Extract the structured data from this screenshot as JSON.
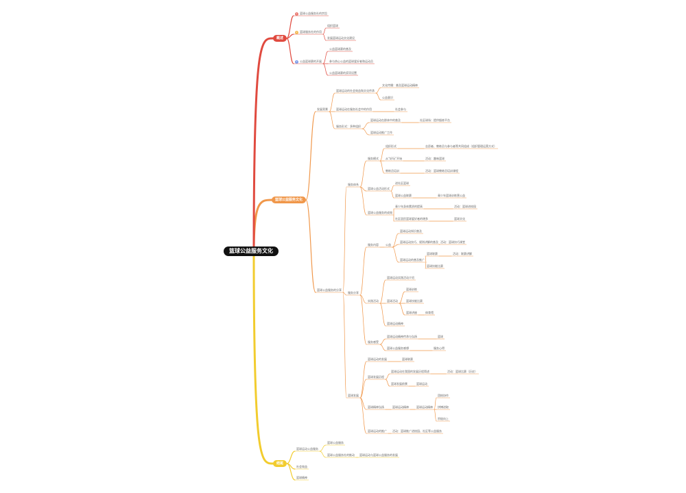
{
  "colors": {
    "red": "#e04a3f",
    "orange": "#f0974a",
    "yellow": "#f2cc2e",
    "root_bg": "#111111",
    "badge_1": "#e9776f",
    "badge_2": "#f3b84f",
    "badge_3": "#7c9be8"
  },
  "nodes": [
    {
      "id": "root",
      "text": "篮球公益服务文化",
      "c": "root"
    },
    {
      "id": "a",
      "text": "概述",
      "c": "red"
    },
    {
      "id": "a1",
      "text": "篮球公益服务社的宗旨",
      "c": "red",
      "badge": "1"
    },
    {
      "id": "a2",
      "text": "篮球服务社的作用",
      "c": "red",
      "badge": "2"
    },
    {
      "id": "a2a",
      "text": "组织篮球",
      "c": "red"
    },
    {
      "id": "a2b",
      "text": "发展篮球运动文化建设",
      "c": "red"
    },
    {
      "id": "a3",
      "text": "公益篮球赛的开展",
      "c": "red",
      "badge": "3"
    },
    {
      "id": "a3a",
      "text": "公益篮球赛的普及",
      "c": "red"
    },
    {
      "id": "a3b",
      "text": "参与热心公益的篮球爱好者和运动员",
      "c": "red"
    },
    {
      "id": "a3c",
      "text": "公益篮球赛的奖项设置",
      "c": "red"
    },
    {
      "id": "b",
      "text": "篮球公益服务文化",
      "c": "orange"
    },
    {
      "id": "b1",
      "text": "发展背景",
      "c": "orange"
    },
    {
      "id": "b1a",
      "text": "篮球运动的社会效益和文化传承",
      "c": "orange"
    },
    {
      "id": "b1a1",
      "text": "文化传播：普及篮球运动精神",
      "c": "orange"
    },
    {
      "id": "b1a2",
      "text": "公益意识",
      "c": "orange"
    },
    {
      "id": "b1b",
      "text": "篮球运动在服务社会中的作用",
      "c": "orange"
    },
    {
      "id": "b1b1",
      "text": "社会参与",
      "c": "orange"
    },
    {
      "id": "b1c",
      "text": "服务形式：多种组织",
      "c": "orange"
    },
    {
      "id": "b1c1",
      "text": "篮球运动在群体中的普及",
      "c": "orange"
    },
    {
      "id": "b1c1a",
      "text": "社区球场：提供锻炼平台",
      "c": "orange"
    },
    {
      "id": "b1c2",
      "text": "篮球运动推广工作",
      "c": "orange"
    },
    {
      "id": "b2",
      "text": "篮球公益服务的分享",
      "c": "orange"
    },
    {
      "id": "b2a",
      "text": "服务体系",
      "c": "orange"
    },
    {
      "id": "b2a1",
      "text": "服务模式",
      "c": "orange"
    },
    {
      "id": "b2a1a",
      "text": "组织形式",
      "c": "orange"
    },
    {
      "id": "b2a1a1",
      "text": "志愿者、教练员与参与者等共同组成（组织管理运营方式）",
      "c": "orange"
    },
    {
      "id": "b2a1b",
      "text": "从“好玩”开始",
      "c": "orange"
    },
    {
      "id": "b2a1b1",
      "text": "活动：趣味篮球",
      "c": "orange"
    },
    {
      "id": "b2a1c",
      "text": "教练员培训",
      "c": "orange"
    },
    {
      "id": "b2a1c1",
      "text": "活动：篮球教练员培训课程",
      "c": "orange"
    },
    {
      "id": "b2a2",
      "text": "篮球公益活动形式",
      "c": "orange"
    },
    {
      "id": "b2a2a",
      "text": "进社区篮球",
      "c": "orange"
    },
    {
      "id": "b2a2b",
      "text": "篮球公益联赛",
      "c": "orange"
    },
    {
      "id": "b2a2b1",
      "text": "青少年篮球训练营公益",
      "c": "orange"
    },
    {
      "id": "b2a3",
      "text": "篮球公益服务的成效",
      "c": "orange"
    },
    {
      "id": "b2a3a",
      "text": "青少年身体素质的提高",
      "c": "orange"
    },
    {
      "id": "b2a3a1",
      "text": "活动：篮球进校园",
      "c": "orange"
    },
    {
      "id": "b2a3b",
      "text": "社区居民篮球爱好者的增多",
      "c": "orange"
    },
    {
      "id": "b2a3b1",
      "text": "篮球文化",
      "c": "orange"
    },
    {
      "id": "b2b",
      "text": "服务分享",
      "c": "orange"
    },
    {
      "id": "b2b1",
      "text": "服务内容",
      "c": "orange"
    },
    {
      "id": "b2b1a",
      "text": "公益",
      "c": "orange"
    },
    {
      "id": "b2b1a1",
      "text": "篮球运动知识普及",
      "c": "orange"
    },
    {
      "id": "b2b1a2",
      "text": "篮球运动技巧、规则讲解的普及",
      "c": "orange"
    },
    {
      "id": "b2b1a2a",
      "text": "活动：篮球技巧课堂",
      "c": "orange"
    },
    {
      "id": "b2b1a3",
      "text": "篮球运动的普及推广",
      "c": "orange"
    },
    {
      "id": "b2b1a3a",
      "text": "篮球联赛",
      "c": "orange"
    },
    {
      "id": "b2b1a3a1",
      "text": "活动：联赛讲解",
      "c": "orange"
    },
    {
      "id": "b2b1a3b",
      "text": "篮球技能比赛",
      "c": "orange"
    },
    {
      "id": "b2b2",
      "text": "实践活动",
      "c": "orange"
    },
    {
      "id": "b2b2a",
      "text": "篮球运动实践活动介绍",
      "c": "orange"
    },
    {
      "id": "b2b2b",
      "text": "篮球活动",
      "c": "orange"
    },
    {
      "id": "b2b2b1",
      "text": "篮球训练",
      "c": "orange"
    },
    {
      "id": "b2b2b2",
      "text": "篮球技能比赛",
      "c": "orange"
    },
    {
      "id": "b2b2b3",
      "text": "篮球讲座",
      "c": "orange"
    },
    {
      "id": "b2b2b3a",
      "text": "体育馆",
      "c": "orange"
    },
    {
      "id": "b2b2c",
      "text": "篮球运动精神",
      "c": "orange"
    },
    {
      "id": "b2b3",
      "text": "服务感受",
      "c": "orange"
    },
    {
      "id": "b2b3a",
      "text": "篮球运动精神传承与弘扬",
      "c": "orange"
    },
    {
      "id": "b2b3a1",
      "text": "篮球",
      "c": "orange"
    },
    {
      "id": "b2b3b",
      "text": "篮球公益服务感想",
      "c": "orange"
    },
    {
      "id": "b2b3b1",
      "text": "服务心得",
      "c": "orange"
    },
    {
      "id": "b2c",
      "text": "篮球发展",
      "c": "orange"
    },
    {
      "id": "b2c1",
      "text": "篮球运动的发展",
      "c": "orange"
    },
    {
      "id": "b2c1a",
      "text": "篮球联赛",
      "c": "orange"
    },
    {
      "id": "b2c2",
      "text": "篮球发展历程",
      "c": "orange"
    },
    {
      "id": "b2c2a",
      "text": "篮球运动在我国的发展历程简述",
      "c": "orange"
    },
    {
      "id": "b2c2a1",
      "text": "活动：篮球比赛（历史）",
      "c": "orange"
    },
    {
      "id": "b2c2b",
      "text": "篮球发展前景",
      "c": "orange"
    },
    {
      "id": "b2c2b1",
      "text": "篮球运动",
      "c": "orange"
    },
    {
      "id": "b2c3",
      "text": "篮球精神弘扬",
      "c": "orange"
    },
    {
      "id": "b2c3a",
      "text": "篮球运动精神",
      "c": "orange"
    },
    {
      "id": "b2c3a1",
      "text": "篮球运动精神",
      "c": "orange"
    },
    {
      "id": "b2c3a1a",
      "text": "团结协作",
      "c": "orange"
    },
    {
      "id": "b2c3a1b",
      "text": "拼搏进取",
      "c": "orange"
    },
    {
      "id": "b2c3a1c",
      "text": "积极向上",
      "c": "orange"
    },
    {
      "id": "b2c4",
      "text": "篮球运动的推广",
      "c": "orange"
    },
    {
      "id": "b2c4a",
      "text": "活动：篮球推广进校园、社区等公益服务",
      "c": "orange"
    },
    {
      "id": "c",
      "text": "结尾",
      "c": "yellow"
    },
    {
      "id": "c1",
      "text": "篮球运动公益服务",
      "c": "yellow"
    },
    {
      "id": "c1a",
      "text": "篮球公益服务",
      "c": "yellow"
    },
    {
      "id": "c1b",
      "text": "篮球公益服务社的推动",
      "c": "yellow"
    },
    {
      "id": "c1b1",
      "text": "篮球运动与篮球公益服务的发展",
      "c": "yellow"
    },
    {
      "id": "c2",
      "text": "社会效益",
      "c": "yellow"
    },
    {
      "id": "c3",
      "text": "篮球精神",
      "c": "yellow"
    }
  ]
}
